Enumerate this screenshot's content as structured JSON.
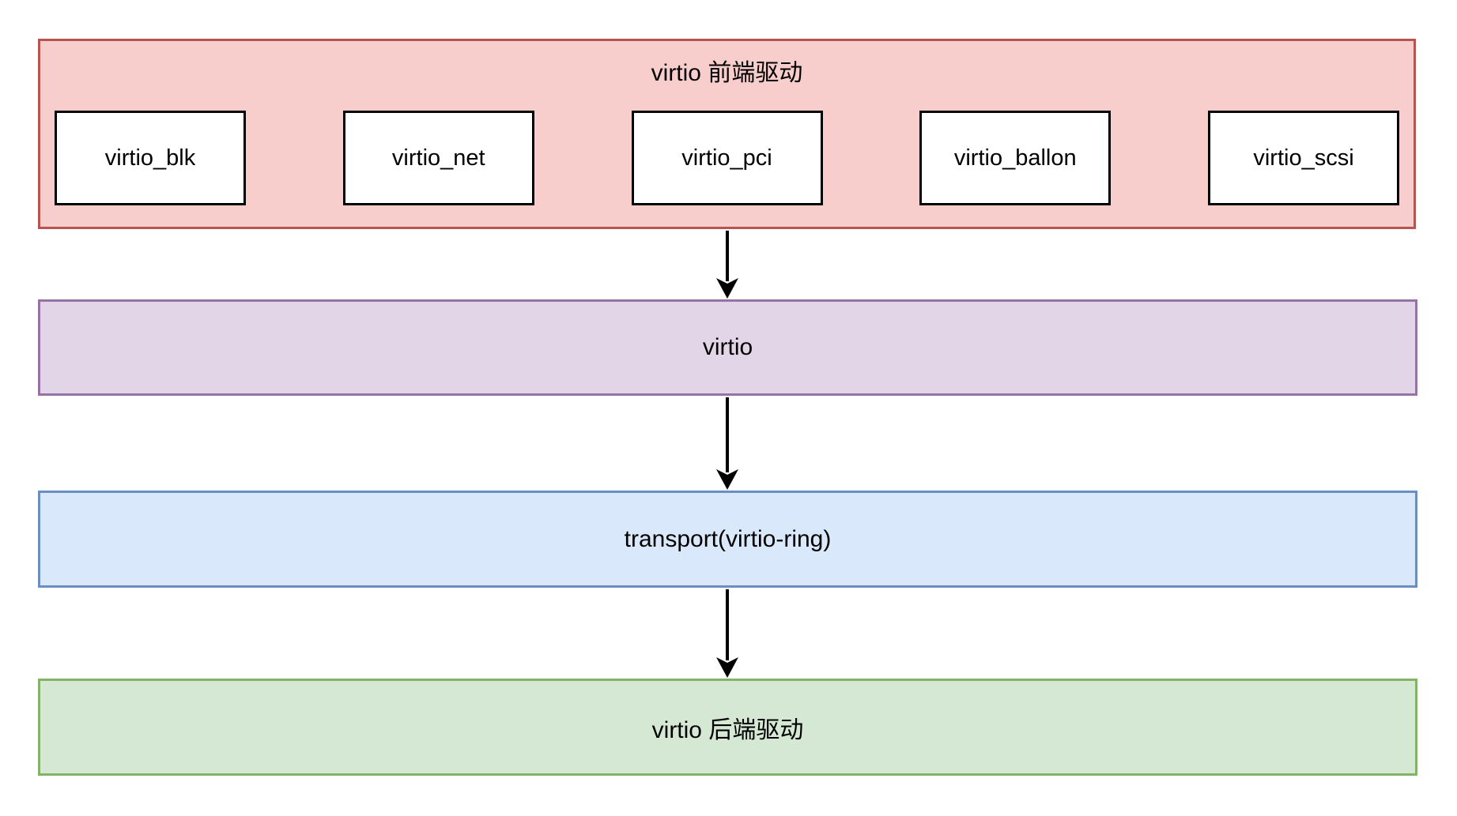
{
  "diagram": {
    "background": "#ffffff",
    "text_color": "#000000",
    "frontend_group": {
      "title": "virtio 前端驱动",
      "fill": "#f8cecc",
      "stroke": "#b85450",
      "modules": [
        "virtio_blk",
        "virtio_net",
        "virtio_pci",
        "virtio_ballon",
        "virtio_scsi"
      ],
      "module_fill": "#ffffff",
      "module_stroke": "#000000"
    },
    "layers": [
      {
        "label": "virtio",
        "fill": "#e1d5e7",
        "stroke": "#9673a6"
      },
      {
        "label": "transport(virtio-ring)",
        "fill": "#dae8fc",
        "stroke": "#6c8ebf"
      },
      {
        "label": "virtio 后端驱动",
        "fill": "#d5e8d4",
        "stroke": "#82b366"
      }
    ],
    "arrow_color": "#000000"
  }
}
